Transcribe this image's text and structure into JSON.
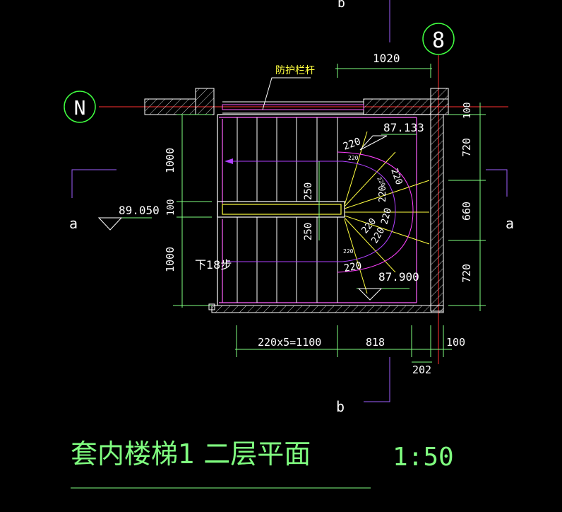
{
  "axes": {
    "top_axis_label": "8",
    "left_axis_label": "N"
  },
  "sections": {
    "a_left": "a",
    "a_right": "a",
    "b_top": "b",
    "b_bottom": "b"
  },
  "labels": {
    "railing": "防护栏杆",
    "stair_direction": "下18步",
    "elev_landing": "89.050",
    "elev_upper": "87.133",
    "elev_lower": "87.900"
  },
  "dimensions": {
    "top_1020": "1020",
    "left_1000_top": "1000",
    "left_100": "100",
    "left_1000_bottom": "1000",
    "right_100": "100",
    "right_720_top": "720",
    "right_660": "660",
    "right_720_bottom": "720",
    "bottom_1100": "220x5=1100",
    "bottom_818": "818",
    "bottom_100": "100",
    "bottom_202": "202",
    "tread_250_top": "250",
    "tread_250_bottom": "250",
    "wind_220_a": "220",
    "wind_220_b": "220",
    "wind_220_c": "220",
    "wind_220_d": "220",
    "wind_220_e": "220",
    "wind_220_f": "220",
    "wind_220_g": "220",
    "small_220_a": "220",
    "small_220_b": "220",
    "small_220_c": "220"
  },
  "title": {
    "main": "套内楼梯1  二层平面",
    "scale": "1:50"
  },
  "colors": {
    "background": "#000000",
    "wall": "#ffffff",
    "dimension": "#80ff80",
    "axis_red": "#ff3030",
    "stair_line": "#ffff40",
    "magenta": "#ff40ff",
    "purple": "#a040ff",
    "section_mark": "#a060ff",
    "title_green": "#80ff80",
    "hatch": "#c0c0c0"
  }
}
